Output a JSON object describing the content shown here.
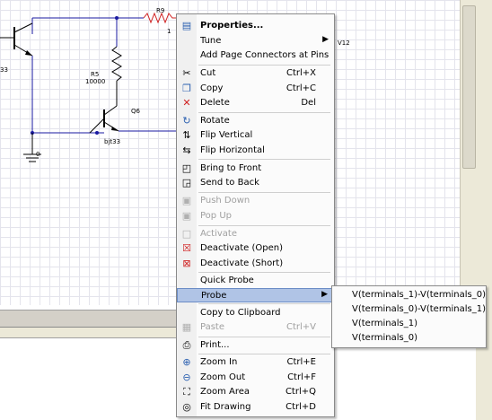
{
  "schematic": {
    "labels": {
      "r9": "R9",
      "r5": "R5",
      "r5_value": "10000",
      "q6": "Q6",
      "q6_model": "bjt33",
      "left_model_fragment": "33",
      "ground_label": "0",
      "v12": "V12",
      "cut_fragment": "1"
    }
  },
  "context_menu": {
    "items": [
      {
        "label": "Properties...",
        "icon": "properties-icon"
      },
      {
        "label": "Tune",
        "icon": "",
        "submenu": "▶"
      },
      {
        "label": "Add Page Connectors at Pins",
        "icon": ""
      },
      {
        "label": "Cut",
        "shortcut": "Ctrl+X",
        "icon": "scissors-icon"
      },
      {
        "label": "Copy",
        "shortcut": "Ctrl+C",
        "icon": "copy-icon"
      },
      {
        "label": "Delete",
        "shortcut": "Del",
        "icon": "delete-icon"
      },
      {
        "label": "Rotate",
        "icon": "rotate-icon"
      },
      {
        "label": "Flip Vertical",
        "icon": "flip-vertical-icon"
      },
      {
        "label": "Flip Horizontal",
        "icon": "flip-horizontal-icon"
      },
      {
        "label": "Bring to Front",
        "icon": "bring-front-icon"
      },
      {
        "label": "Send to Back",
        "icon": "send-back-icon"
      },
      {
        "label": "Push Down",
        "icon": "push-down-icon",
        "disabled": true
      },
      {
        "label": "Pop Up",
        "icon": "pop-up-icon",
        "disabled": true
      },
      {
        "label": "Activate",
        "icon": "activate-icon",
        "disabled": true
      },
      {
        "label": "Deactivate (Open)",
        "icon": "deactivate-open-icon"
      },
      {
        "label": "Deactivate (Short)",
        "icon": "deactivate-short-icon"
      },
      {
        "label": "Quick Probe",
        "icon": ""
      },
      {
        "label": "Probe",
        "icon": "",
        "submenu": "▶",
        "highlighted": true
      },
      {
        "label": "Copy to Clipboard",
        "icon": ""
      },
      {
        "label": "Paste",
        "shortcut": "Ctrl+V",
        "icon": "paste-icon",
        "disabled": true
      },
      {
        "label": "Print...",
        "icon": "print-icon"
      },
      {
        "label": "Zoom In",
        "shortcut": "Ctrl+E",
        "icon": "zoom-in-icon"
      },
      {
        "label": "Zoom Out",
        "shortcut": "Ctrl+F",
        "icon": "zoom-out-icon"
      },
      {
        "label": "Zoom Area",
        "shortcut": "Ctrl+Q",
        "icon": "zoom-area-icon"
      },
      {
        "label": "Fit Drawing",
        "shortcut": "Ctrl+D",
        "icon": "fit-drawing-icon"
      }
    ]
  },
  "probe_submenu": {
    "items": [
      "V(terminals_1)-V(terminals_0)",
      "V(terminals_0)-V(terminals_1)",
      "V(terminals_1)",
      "V(terminals_0)"
    ]
  },
  "colors": {
    "wire": "#1a1aa0",
    "resistor_red": "#d02020",
    "highlight": "#b0c4e6"
  }
}
